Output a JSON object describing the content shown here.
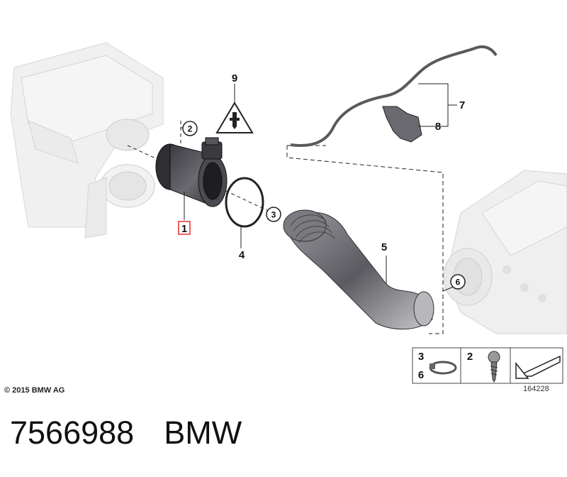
{
  "diagram": {
    "copyright": "© 2015 BMW AG",
    "diagram_number": "164228",
    "callouts": {
      "c1": "1",
      "c2": "2",
      "c3": "3",
      "c4": "4",
      "c5": "5",
      "c6": "6",
      "c7": "7",
      "c8": "8",
      "c9": "9"
    },
    "legend": {
      "clamp_labels_top": "3",
      "clamp_labels_bottom": "6",
      "screw_label": "2"
    }
  },
  "footer": {
    "part_number": "7566988",
    "brand": "BMW"
  }
}
